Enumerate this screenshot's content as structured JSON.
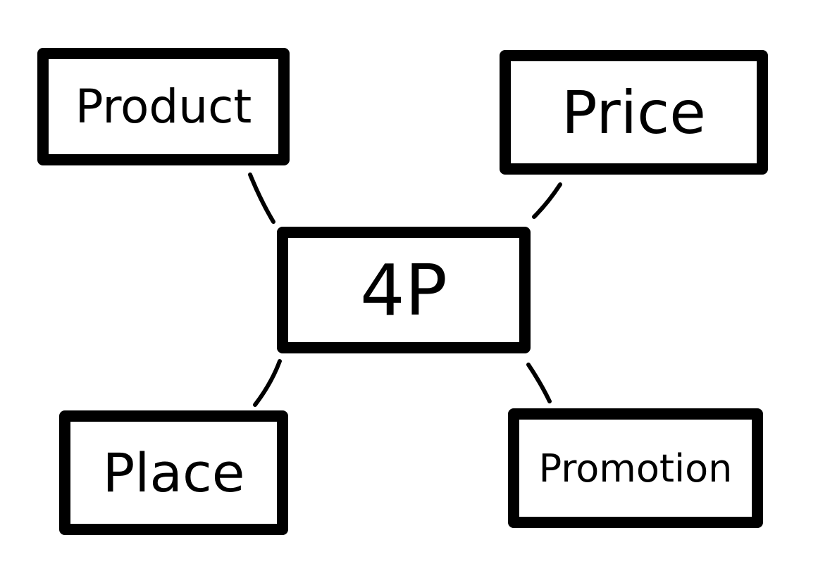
{
  "center": {
    "label": "4P"
  },
  "nodes": [
    {
      "id": "product",
      "label": "Product"
    },
    {
      "id": "price",
      "label": "Price"
    },
    {
      "id": "place",
      "label": "Place"
    },
    {
      "id": "promotion",
      "label": "Promotion"
    }
  ],
  "colors": {
    "stroke": "#000000",
    "background": "#ffffff"
  }
}
